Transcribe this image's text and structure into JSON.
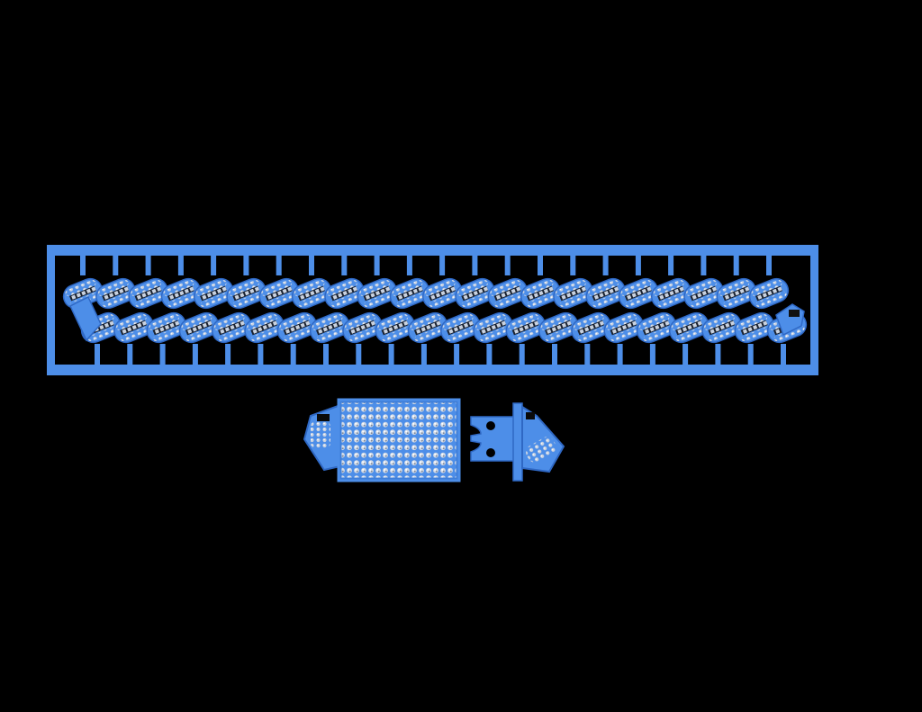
{
  "scene": {
    "background": "#000000",
    "colors": {
      "resin": "#4d8ee8",
      "resin_light": "#7ab0f5",
      "resin_dark": "#2f68c4",
      "stone": "#c9d2e0",
      "stone_shadow": "#556070"
    },
    "objects": [
      {
        "name": "cuban-link-chain-casting-tree",
        "links_per_row": 22,
        "rows": 2
      },
      {
        "name": "pave-box-clasp-body",
        "stone_columns": 13,
        "stone_rows": 9
      },
      {
        "name": "clasp-tongue-with-hinge"
      }
    ]
  }
}
